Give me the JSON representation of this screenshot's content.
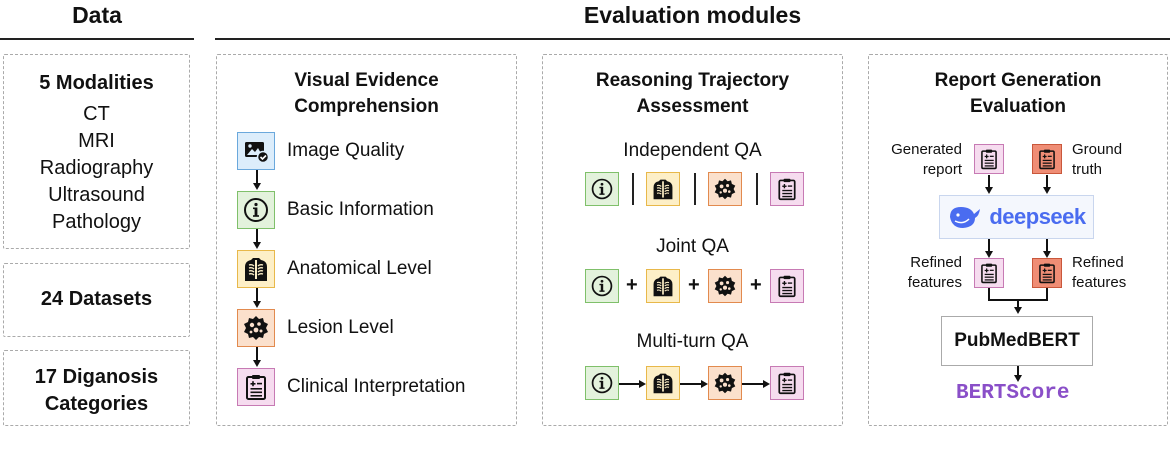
{
  "headers": {
    "data": "Data",
    "evaluation": "Evaluation modules"
  },
  "data_panel": {
    "modalities_title": "5 Modalities",
    "modalities": [
      "CT",
      "MRI",
      "Radiography",
      "Ultrasound",
      "Pathology"
    ],
    "datasets": "24 Datasets",
    "categories_line1": "17 Diganosis",
    "categories_line2": "Categories"
  },
  "visual": {
    "title_line1": "Visual Evidence",
    "title_line2": "Comprehension",
    "items": [
      {
        "label": "Image Quality",
        "icon": "image-quality-icon"
      },
      {
        "label": "Basic Information",
        "icon": "info-icon"
      },
      {
        "label": "Anatomical Level",
        "icon": "chest-xray-icon"
      },
      {
        "label": "Lesion Level",
        "icon": "lesion-icon"
      },
      {
        "label": "Clinical Interpretation",
        "icon": "clipboard-icon"
      }
    ]
  },
  "reasoning": {
    "title_line1": "Reasoning Trajectory",
    "title_line2": "Assessment",
    "independent": "Independent QA",
    "joint": "Joint QA",
    "multiturn": "Multi-turn QA",
    "plus": "+"
  },
  "report": {
    "title_line1": "Report Generation",
    "title_line2": "Evaluation",
    "generated_line1": "Generated",
    "generated_line2": "report",
    "ground_line1": "Ground",
    "ground_line2": "truth",
    "refined_left_line1": "Refined",
    "refined_left_line2": "features",
    "refined_right_line1": "Refined",
    "refined_right_line2": "features",
    "deepseek": "deepseek",
    "pubmedbert": "PubMedBERT",
    "bertscore": "BERTScore"
  },
  "colors": {
    "blue": "#dcedfb",
    "green": "#e3f2dc",
    "yellow": "#fdefc7",
    "orange": "#fbe0cc",
    "pink": "#f6dcef",
    "salmon": "#ef8d75",
    "deepseek": "#4a6cf0",
    "bertscore": "#8a4fc8"
  }
}
